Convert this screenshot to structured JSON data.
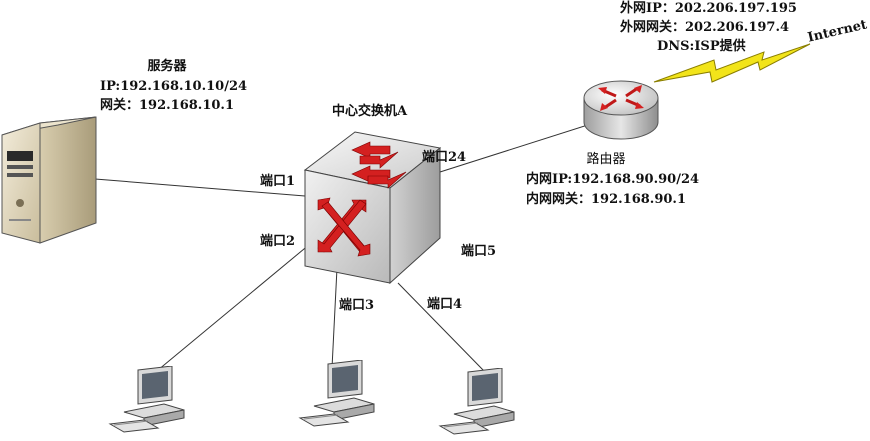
{
  "server": {
    "title": "服务器",
    "ip": "IP:192.168.10.10/24",
    "gateway": "网关：192.168.10.1"
  },
  "switch": {
    "title": "中心交换机A",
    "ports": {
      "p1": "端口1",
      "p2": "端口2",
      "p3": "端口3",
      "p4": "端口4",
      "p5": "端口5",
      "p24": "端口24"
    }
  },
  "router": {
    "title": "路由器",
    "wan_ip": "外网IP：202.206.197.195",
    "wan_gateway": "外网网关：202.206.197.4",
    "dns": "DNS:ISP提供",
    "lan_ip": "内网IP:192.168.90.90/24",
    "lan_gateway": "内网网关：192.168.90.1"
  },
  "internet": {
    "label": "Internet"
  },
  "colors": {
    "arrow": "#d42020",
    "lightning": "#f2e41a",
    "line": "#333333"
  },
  "icons": {
    "server": "server-tower-icon",
    "switch": "switch-cube-icon",
    "router": "router-icon",
    "pc": "desktop-pc-icon",
    "lightning": "lightning-bolt-icon"
  }
}
